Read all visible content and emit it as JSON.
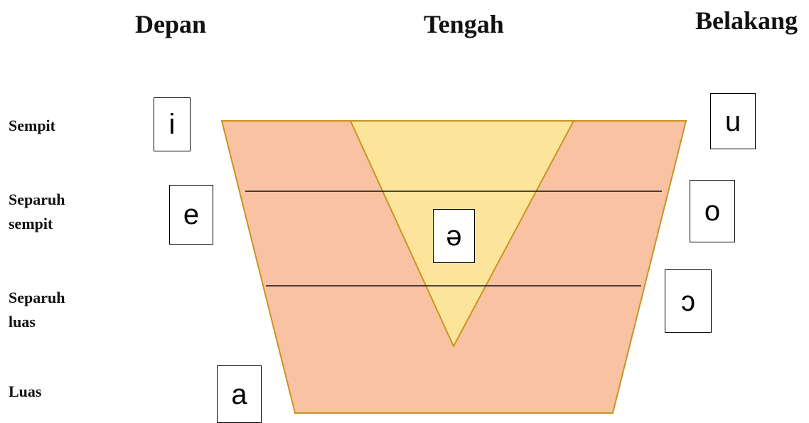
{
  "columns": {
    "front": "Depan",
    "central": "Tengah",
    "back": "Belakang"
  },
  "rows": {
    "close": "Sempit",
    "close_mid": "Separuh\nsempit",
    "open_mid": "Separuh\nluas",
    "open": "Luas"
  },
  "vowels": {
    "i": "i",
    "u": "u",
    "e": "e",
    "o": "o",
    "schwa": "ə",
    "open_o": "ɔ",
    "a": "a"
  },
  "colors": {
    "trapezoid_fill": "#f9c2a3",
    "triangle_fill": "#fde49b",
    "outline": "#c8951f",
    "line": "#111111"
  }
}
